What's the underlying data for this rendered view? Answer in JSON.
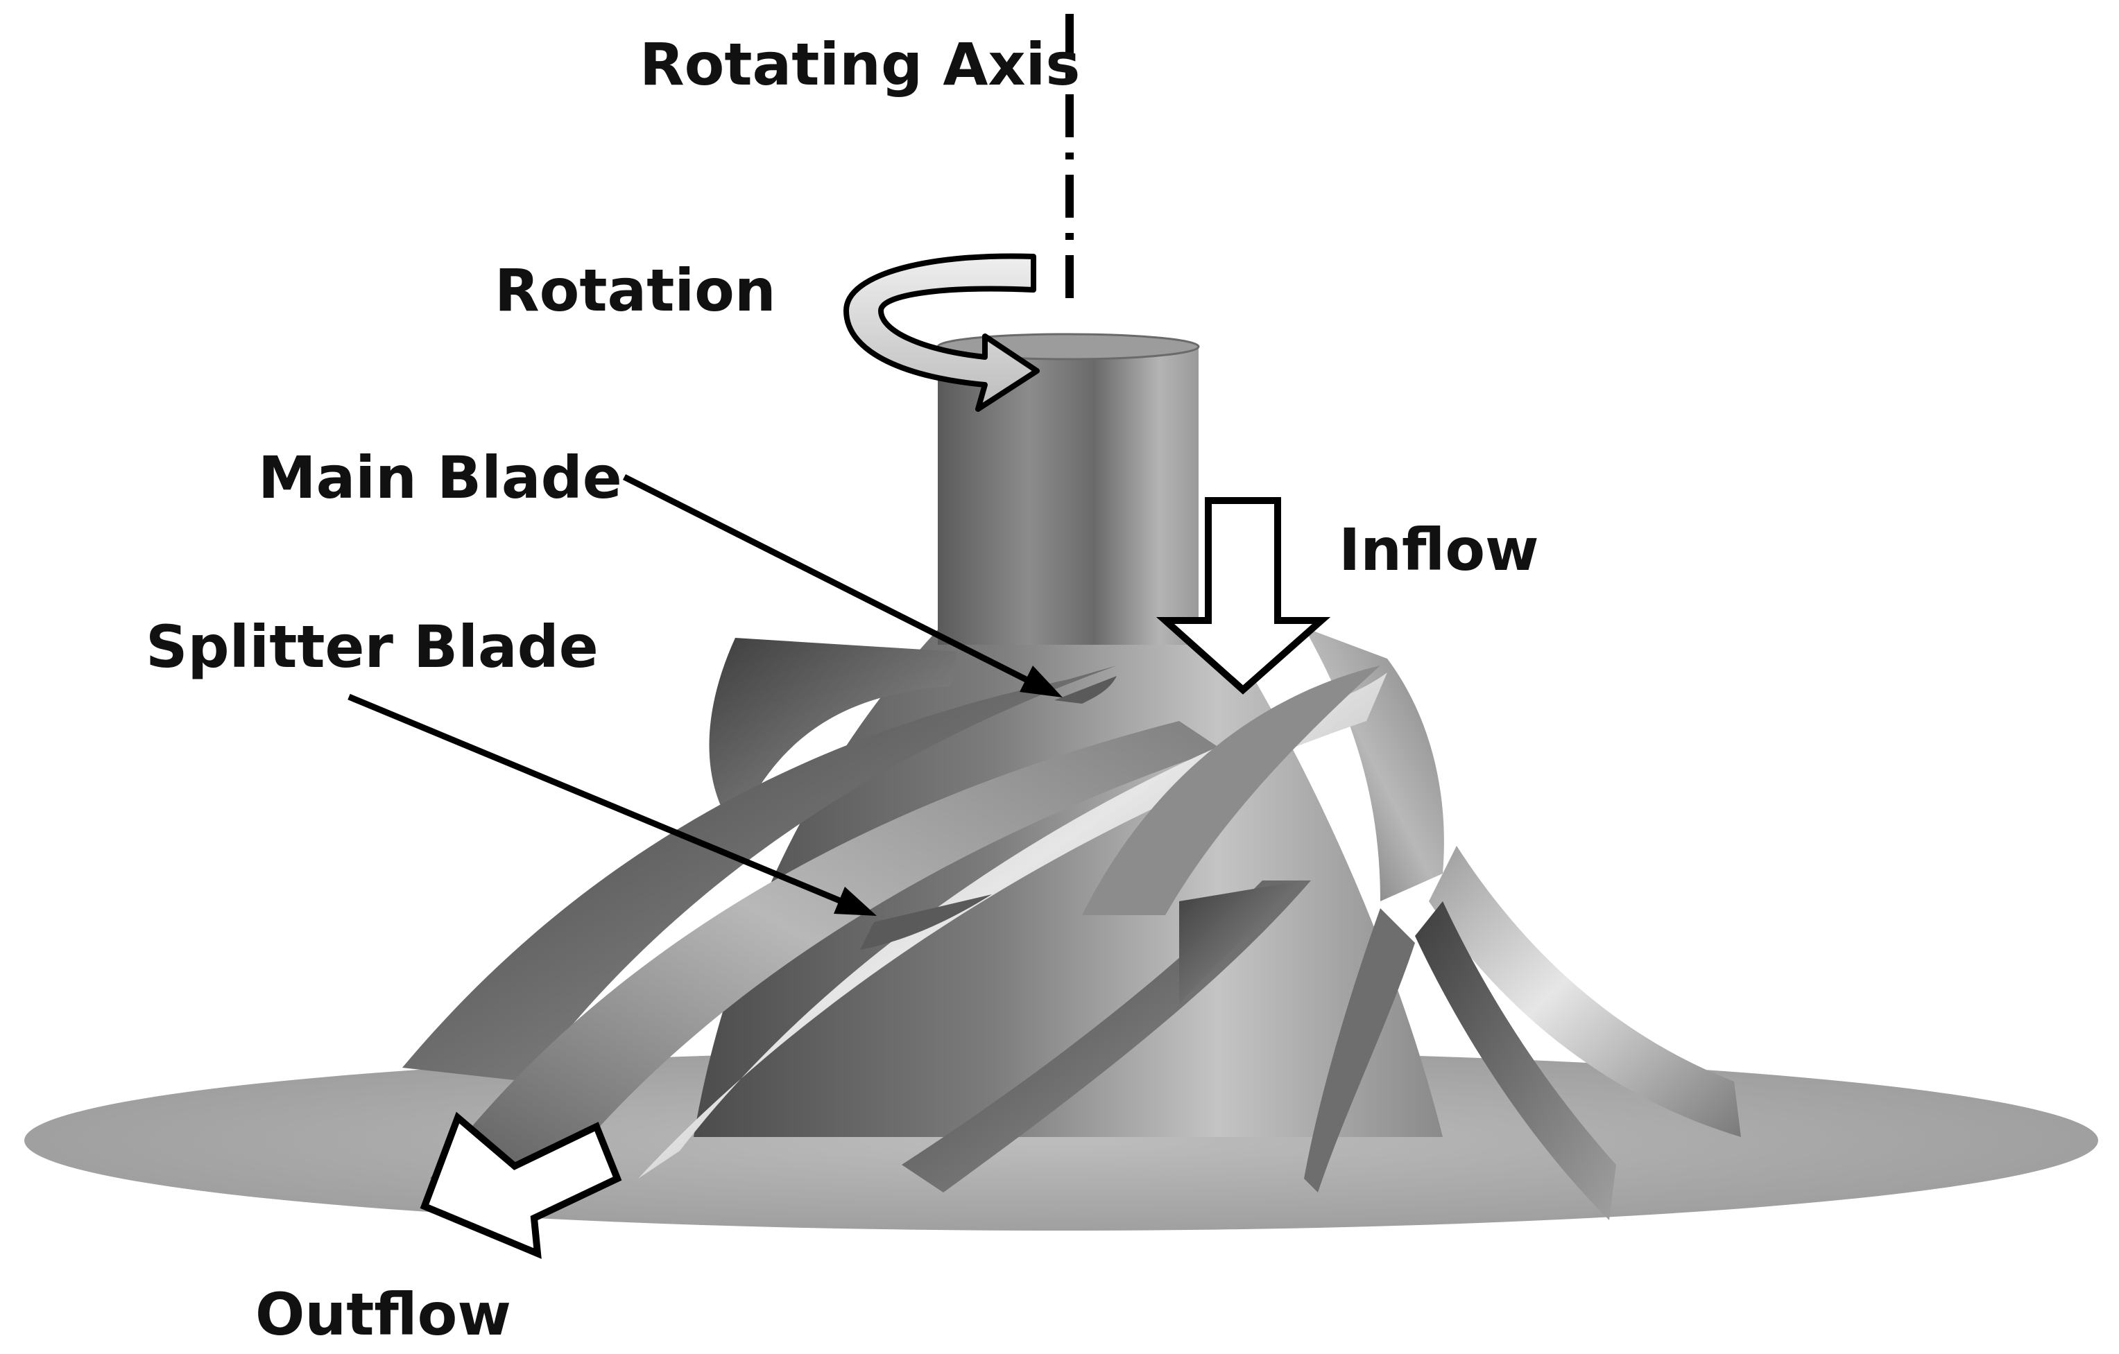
{
  "labels": {
    "rotating_axis": "Rotating Axis",
    "rotation": "Rotation",
    "main_blade": "Main Blade",
    "splitter_blade": "Splitter Blade",
    "inflow": "Inflow",
    "outflow": "Outflow"
  },
  "colors": {
    "background": "#ffffff",
    "text": "#111111",
    "disk": "#a6a6a6",
    "metal_dark": "#4a4a4a",
    "metal_light": "#d6d6d6",
    "arrow_fill": "#ffffff",
    "arrow_outline": "#000000"
  }
}
